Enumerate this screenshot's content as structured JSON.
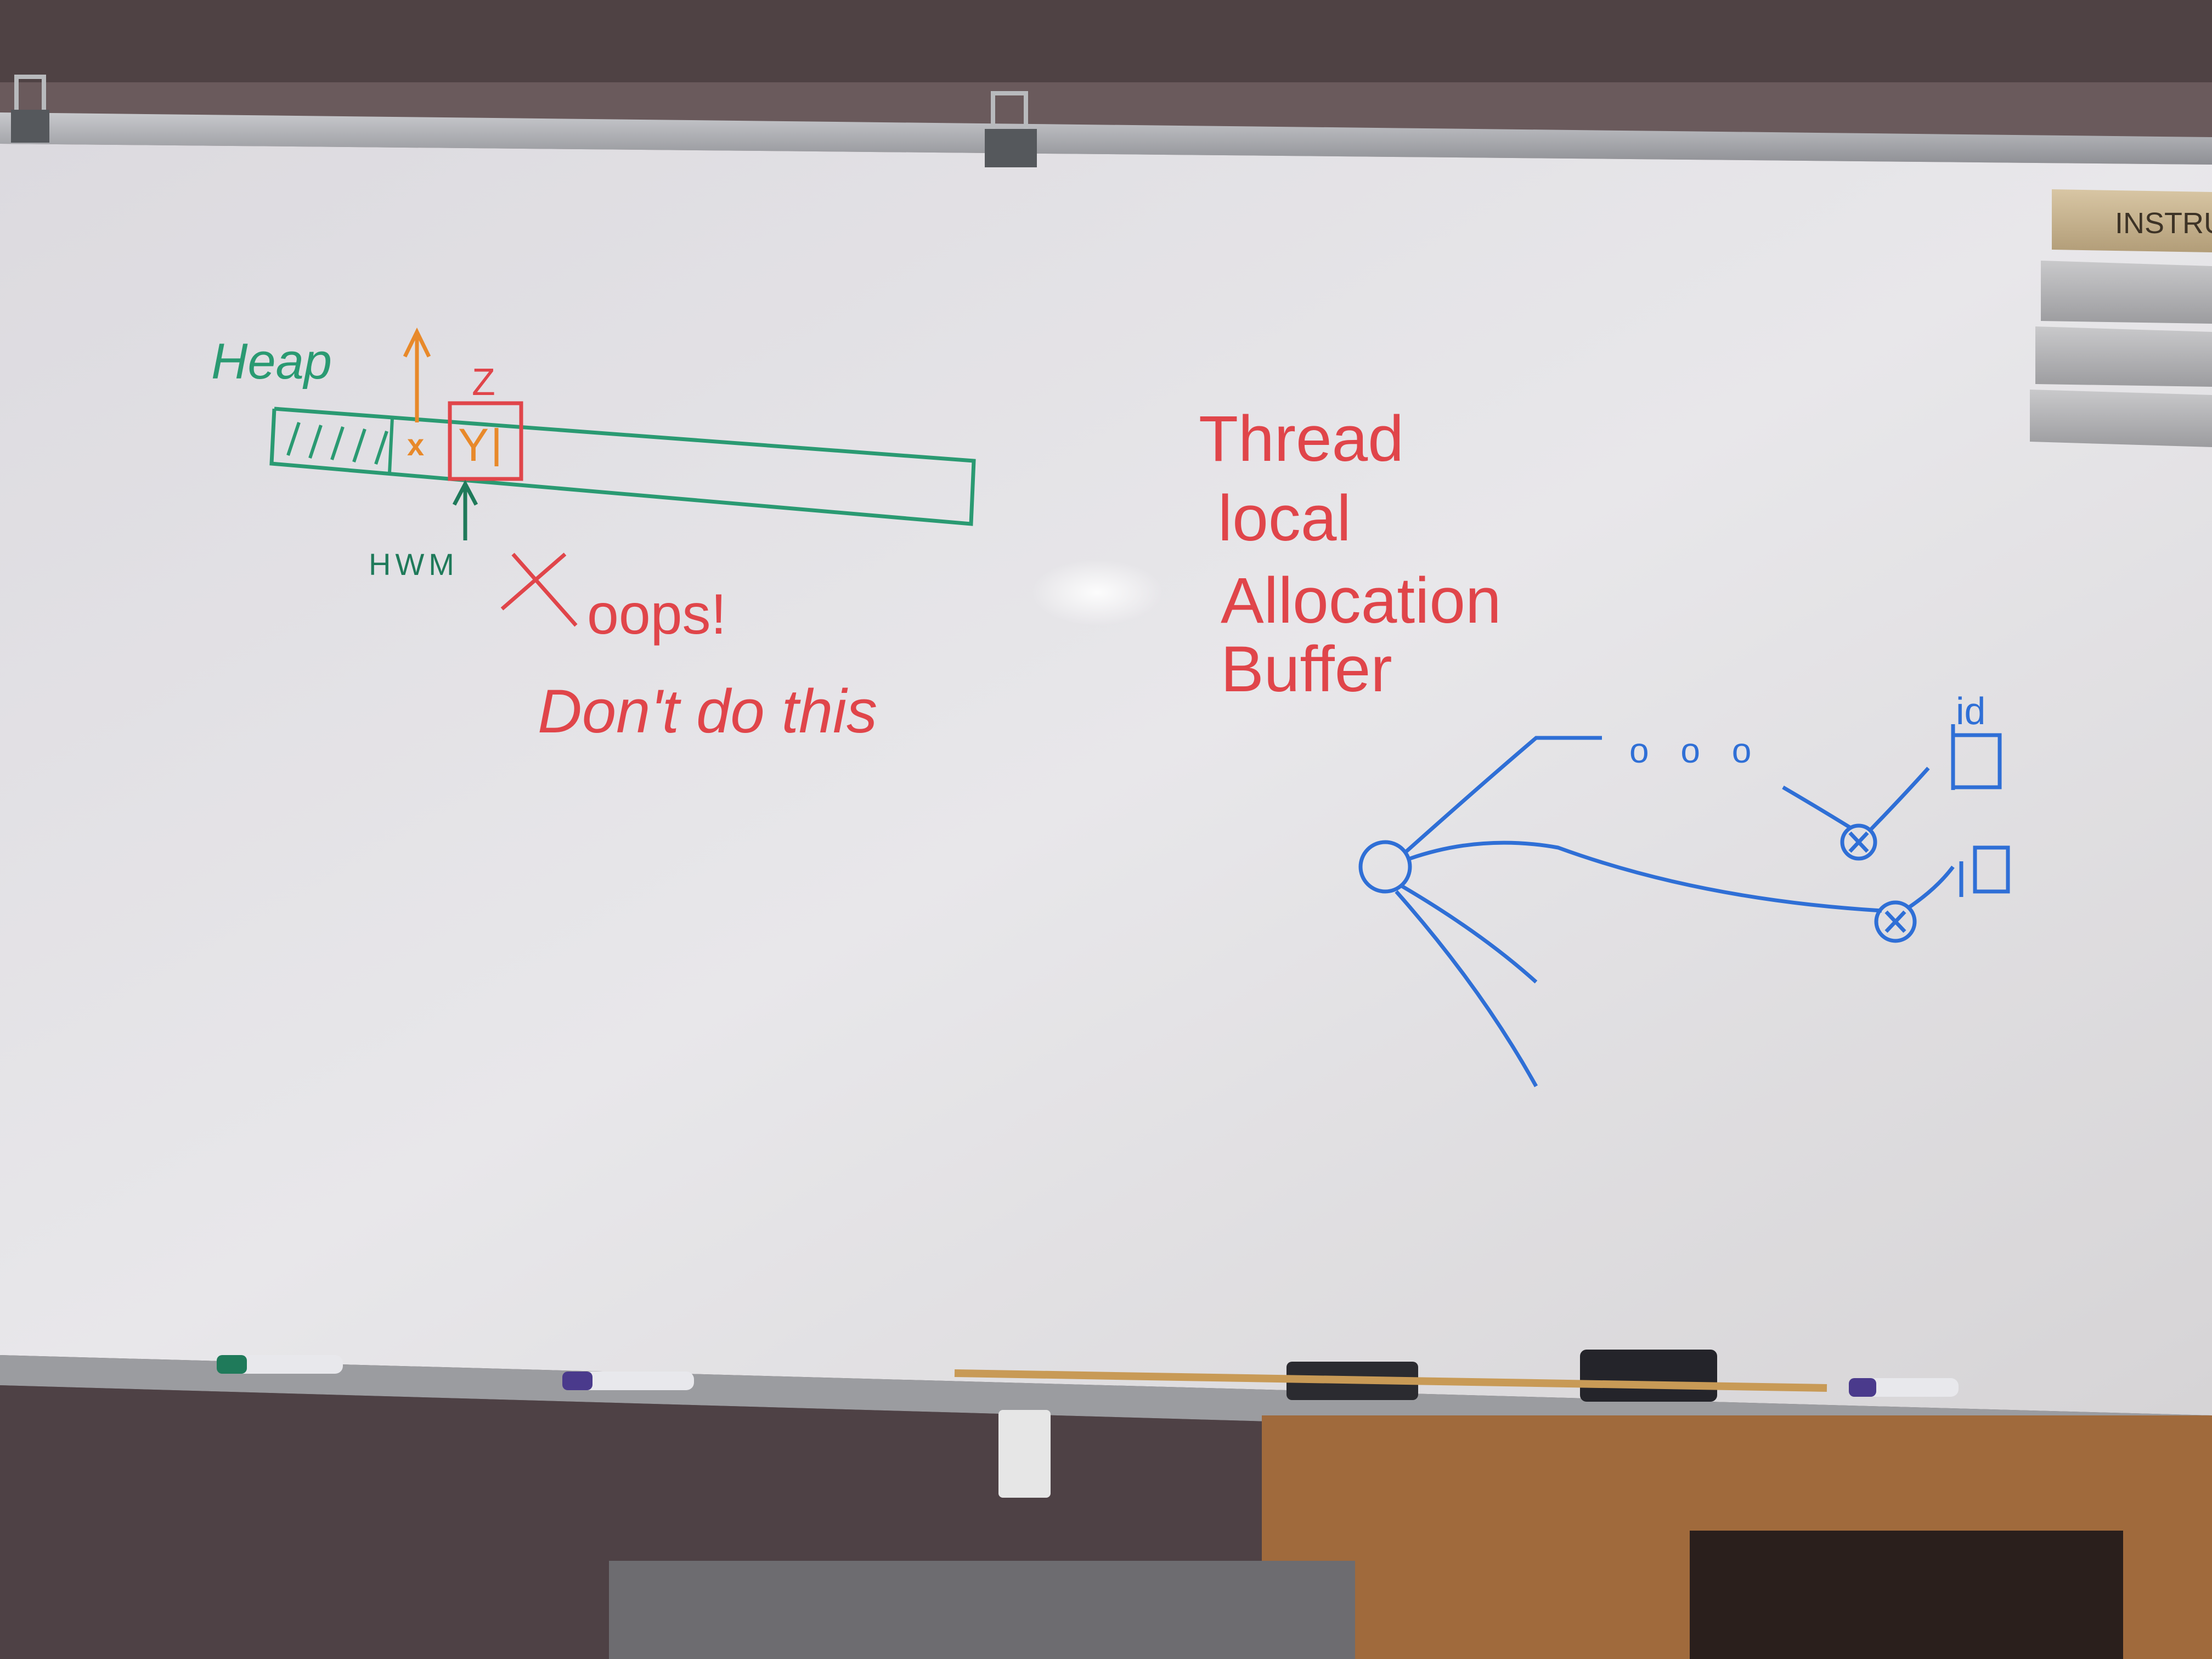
{
  "board": {
    "heap_diagram": {
      "heap_label": "Heap",
      "z_label": "Z",
      "y_label": "Y",
      "x_label": "x",
      "hwm_label": "HWM",
      "oops_label": "oops!",
      "dont_label": "Don't do this"
    },
    "tlab_text": {
      "line1": "Thread",
      "line2": "local",
      "line3": "Allocation",
      "line4": "Buffer"
    },
    "graph": {
      "dots_label": "o o o",
      "id_label": "id"
    }
  },
  "wall_sign": {
    "text": "INSTRU"
  },
  "marker_ink_colors": {
    "teal": "#2a9a72",
    "orange": "#e8892a",
    "red": "#e0454a",
    "blue": "#2f6fd6"
  }
}
